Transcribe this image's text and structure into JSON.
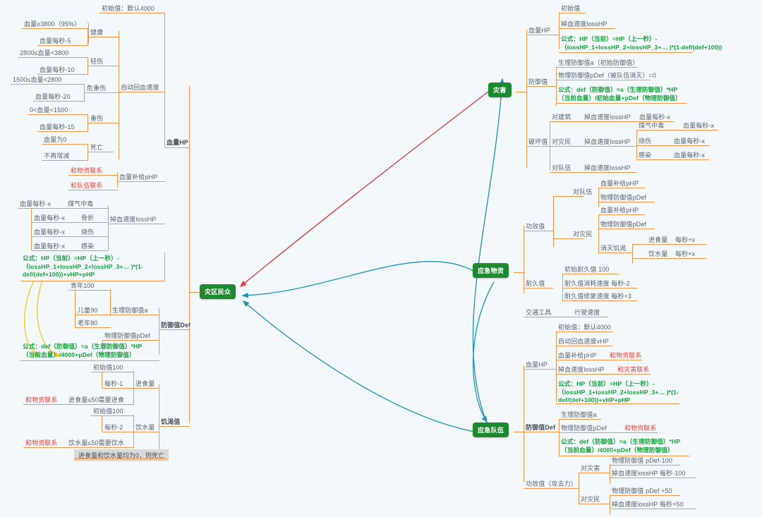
{
  "meta": {
    "background": "#f2f8fb",
    "branch_color": "#f79646",
    "node_color": "#1d8a31",
    "formula_color": "#16a03c",
    "link_red": "#e0393e",
    "link_blue": "#1f93b5",
    "link_yellow": "#f5c518"
  },
  "nodes": {
    "center": "灾区民众",
    "disaster": "灾害",
    "supplies": "应急物资",
    "team": "应急队伍"
  },
  "center_branch": {
    "hp": {
      "label": "血量HP",
      "initial": "初始值：默认4000",
      "auto_regen": "自动回血速度",
      "states": [
        {
          "range": "血量≥3800（95%）",
          "rate": "血量每秒-5",
          "state": "健康"
        },
        {
          "range": "2800≤血量<3800",
          "rate": "血量每秒-10",
          "state": "轻伤"
        },
        {
          "range": "1500≤血量<2800",
          "rate": "血量每秒-20",
          "state": "危重伤"
        },
        {
          "range": "0<血量<1500",
          "rate": "血量每秒-15",
          "state": "重伤"
        },
        {
          "range": "血量为0",
          "rate": "不再增减",
          "state": "死亡"
        }
      ],
      "supply_hp": {
        "label": "血量补给pHP",
        "link_supplies": "和物资联系",
        "link_team": "和队伍联系"
      },
      "loss_hp": {
        "label": "掉血速度lossHP",
        "items": [
          {
            "rate": "血量每秒-x",
            "cause": "煤气中毒"
          },
          {
            "rate": "血量每秒-x",
            "cause": "骨折"
          },
          {
            "rate": "血量每秒-x",
            "cause": "烧伤"
          },
          {
            "rate": "血量每秒-x",
            "cause": "感染"
          }
        ]
      },
      "formula": "公式：HP（当前）=HP（上一秒）-（lossHP_1+lossHP_2+lossHP_3+… )*(1-def/(def+100))+vHP+pHP"
    },
    "def": {
      "label": "防御值Def",
      "bio_def": "生理防御值a",
      "ages": [
        "青年100",
        "儿童90",
        "老年80"
      ],
      "phys_def": "物理防御值pDef",
      "formula": "公式：def（防御值）=a（生理防御值）*HP（当前血量）/4000+pDef（物理防御值）"
    },
    "hunger": {
      "label": "饥渴值",
      "food": {
        "label": "进食量",
        "initial": "初始值100",
        "rate": "每秒-1",
        "threshold": "进食量≤50需要进食",
        "link": "和物资联系"
      },
      "water": {
        "label": "饮水量",
        "initial": "初始值100",
        "rate": "每秒-2",
        "threshold": "饮水量≤50需要饮水",
        "link": "和物资联系"
      },
      "death_note": "进食量和饮水量均为0，则死亡"
    }
  },
  "disaster_branch": {
    "hp": {
      "label": "血量HP",
      "initial": "初始值",
      "loss": "掉血速度lossHP",
      "formula": "公式：HP（当前）=HP（上一秒）-（lossHP_1+lossHP_2+lossHP_3+… )*(1-def/(def+100))"
    },
    "def": {
      "label": "防御值",
      "bio": "生理防御值a（初始防御值）",
      "phys": "物理防御值pDef（被队伍消灭）=0",
      "formula": "公式：def（防御值）=a（生理防御值）*HP（当前血量）/初始血量+pDef（物理防御值）"
    },
    "damage": {
      "label": "破坏值",
      "to_building": {
        "target": "对建筑",
        "effect": "掉血速度lossHP",
        "rate": "血量每秒-x"
      },
      "to_victims": {
        "target": "对灾民",
        "effect": "掉血速度lossHP",
        "items": [
          {
            "cause": "煤气中毒",
            "rate": "血量每秒-x"
          },
          {
            "cause": "烧伤",
            "rate": "血量每秒-x"
          },
          {
            "cause": "感染",
            "rate": "血量每秒-x"
          }
        ]
      },
      "to_team": {
        "target": "对队伍",
        "effect": "掉血速度lossHP"
      }
    }
  },
  "supplies_branch": {
    "effect": {
      "label": "功效值",
      "to_team": {
        "target": "对队伍",
        "items": [
          "血量补给pHP",
          "物理防御值pDef"
        ]
      },
      "to_victims": {
        "target": "对灾民",
        "items": [
          "血量补给pHP",
          "物理防御值pDef"
        ],
        "hunger": {
          "label": "消灭饥渴",
          "rows": [
            {
              "name": "进食量",
              "rate": "每秒+x"
            },
            {
              "name": "饮水量",
              "rate": "每秒+x"
            }
          ]
        }
      }
    },
    "durability": {
      "label": "耐久值",
      "initial": "初始耐久值 100",
      "consume": "耐久值消耗速度 每秒-2",
      "repair": "耐久值修复速度 每秒+3"
    },
    "transport": {
      "label": "交通工具",
      "speed": "行驶速度"
    }
  },
  "team_branch": {
    "hp": {
      "label": "血量HP",
      "initial": "初始值：默认4000",
      "auto_regen": "自动回血速度vHP",
      "supply": "血量补给pHP",
      "supply_link": "和物资联系",
      "loss": "掉血速度lossHP",
      "loss_link": "和灾害联系",
      "formula": "公式：HP（当前）=HP（上一秒）-（lossHP_1+lossHP_2+lossHP_3+… )*(1-def/(def+100))+vHP+pHP"
    },
    "def": {
      "label": "防御值Def",
      "bio": "生理防御值a",
      "phys": "物理防御值pDef",
      "phys_link": "和物资联系",
      "formula": "公式：def（防御值）=a（生理防御值）*HP（当前血量）/4000+pDef（物理防御值）"
    },
    "attack": {
      "label": "功效值（攻击力）",
      "to_disaster": {
        "target": "对灾害",
        "items": [
          "物理防御值 pDef-100",
          "掉血速度lossHP 每秒-100"
        ]
      },
      "to_victims": {
        "target": "对灾民",
        "items": [
          "物理防御值 pDef +50",
          "掉血速度lossHP 每秒+50"
        ]
      }
    }
  }
}
